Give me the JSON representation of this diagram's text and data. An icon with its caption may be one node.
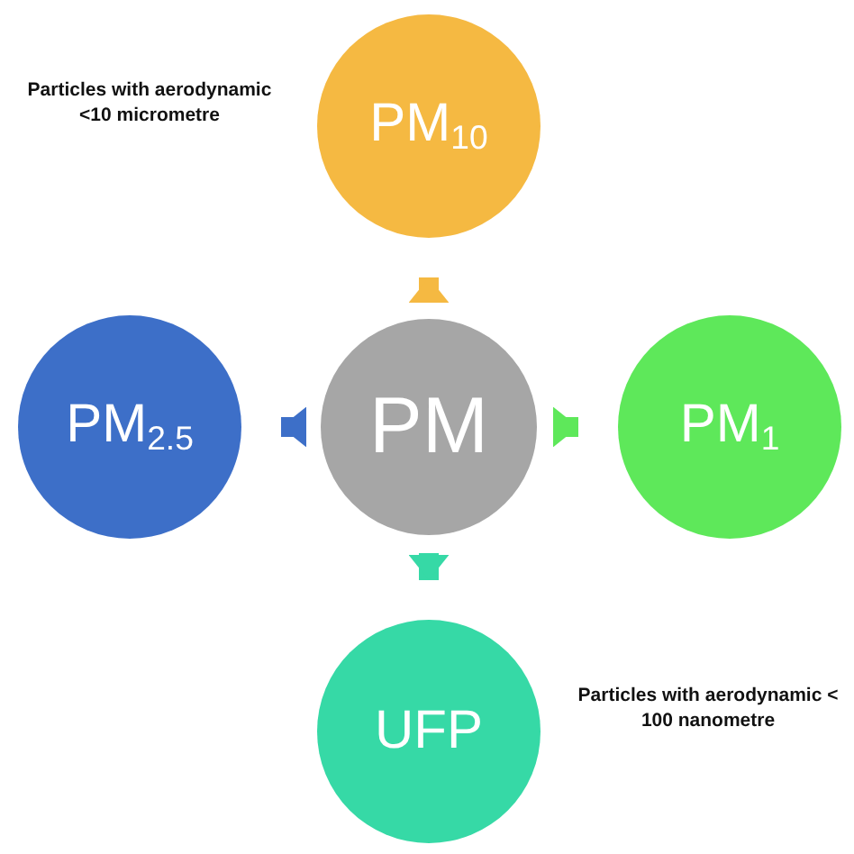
{
  "diagram": {
    "nodes": [
      {
        "text": [
          "PM"
        ]
      },
      {
        "text": [
          "PM$_{10}$"
        ],
        "beside": [
          "Particles with aerodynamic <10 micrometre"
        ]
      },
      {
        "text": [
          "PM$_{2.5}$"
        ]
      },
      {
        "text": [
          "PM$_{1}$"
        ]
      },
      {
        "text": [
          "UFP"
        ],
        "beside": [
          "Particles with aerodynamic < 100 nanometre"
        ]
      }
    ],
    "edges": [
      {
        "from": 0,
        "to": 1,
        "arrow": "to",
        "color": "#f5b942"
      },
      {
        "from": 0,
        "to": 2,
        "arrow": "to",
        "color": "#3d6fc8"
      },
      {
        "from": 0,
        "to": 3,
        "arrow": "to",
        "color": "#5ee85a"
      },
      {
        "from": 0,
        "to": 4,
        "arrow": "to",
        "color": "#36d9a6"
      }
    ]
  }
}
